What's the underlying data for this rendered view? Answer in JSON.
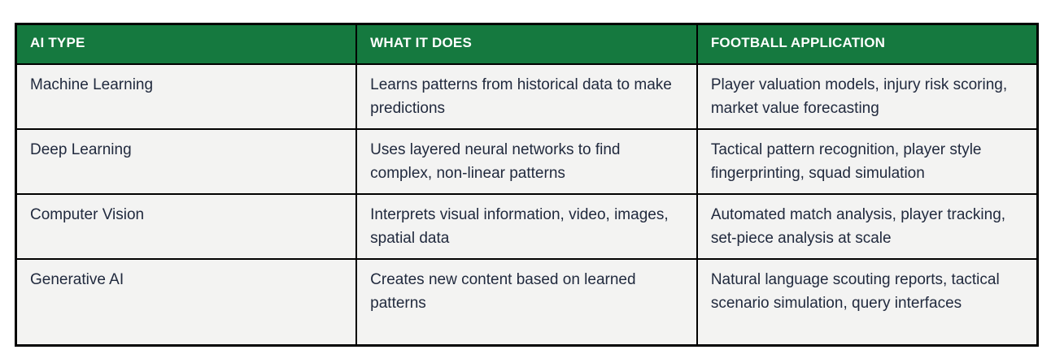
{
  "colors": {
    "header_bg": "#15793f",
    "header_text": "#ffffff",
    "row_bg": "#f3f3f2",
    "body_text": "#212a3e",
    "border": "#000000",
    "page_bg": "#ffffff"
  },
  "table": {
    "headers": [
      "AI TYPE",
      "WHAT IT DOES",
      "FOOTBALL APPLICATION"
    ],
    "rows": [
      {
        "ai_type": "Machine Learning",
        "what_it_does": "Learns patterns from historical data to make predictions",
        "football_application": "Player valuation models, injury risk scoring, market value forecasting"
      },
      {
        "ai_type": "Deep Learning",
        "what_it_does": "Uses layered neural networks to find complex, non-linear patterns",
        "football_application": "Tactical pattern recognition, player style fingerprinting, squad simulation"
      },
      {
        "ai_type": "Computer Vision",
        "what_it_does": "Interprets visual information,  video, images, spatial data",
        "football_application": "Automated match analysis, player tracking, set-piece analysis at scale"
      },
      {
        "ai_type": "Generative AI",
        "what_it_does": "Creates new content based on learned patterns",
        "football_application": "Natural language scouting reports, tactical scenario simulation, query interfaces"
      }
    ]
  }
}
